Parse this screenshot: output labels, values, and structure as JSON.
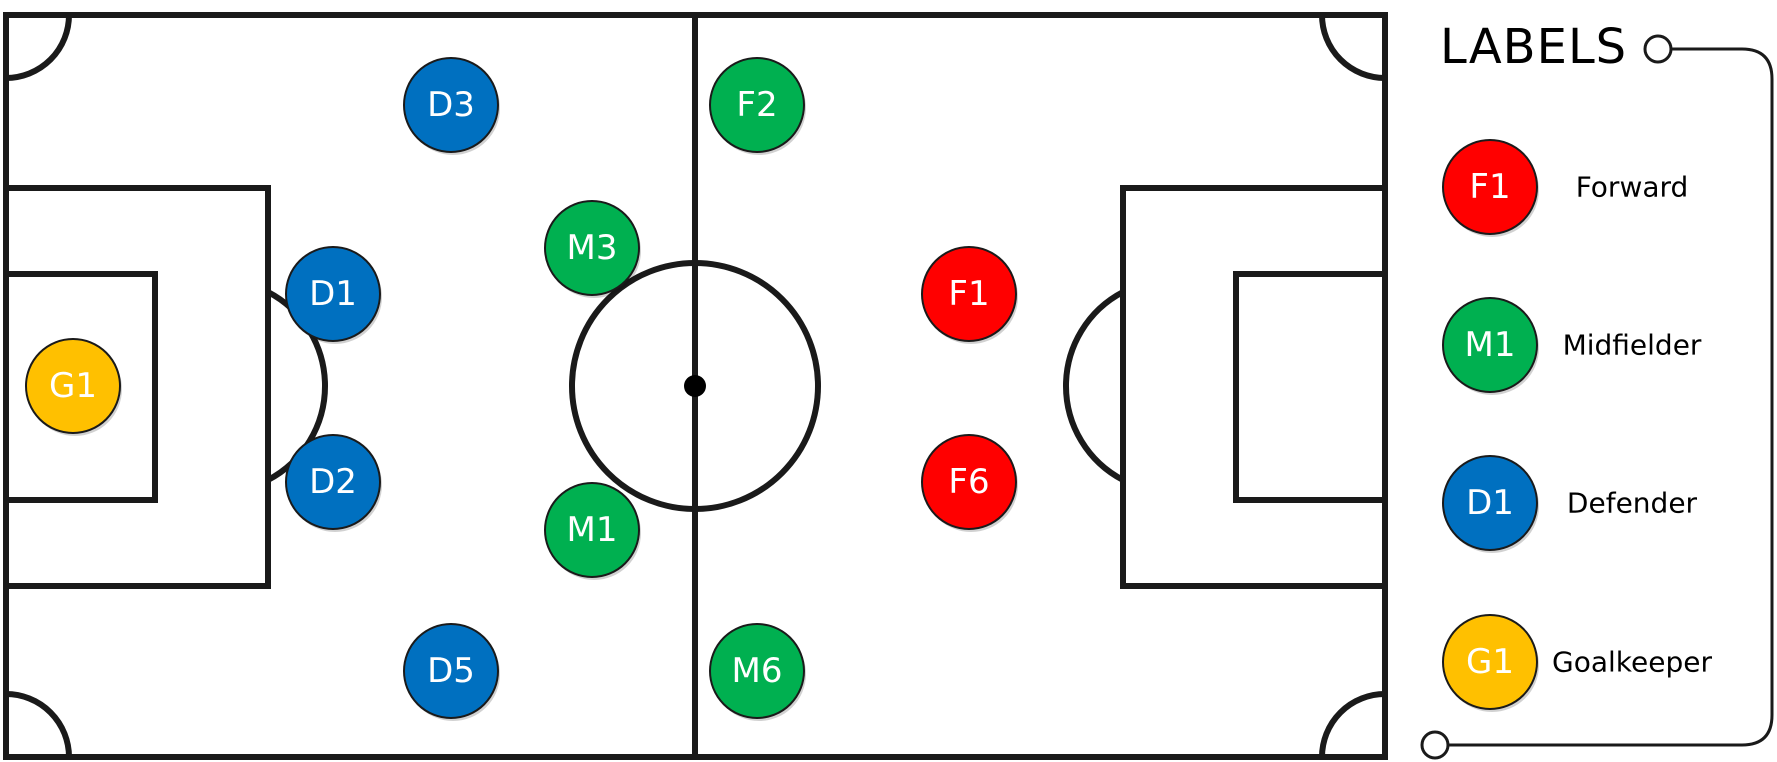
{
  "colors": {
    "forward": "#ff0000",
    "midfielder": "#00b050",
    "defender": "#0070c0",
    "goalkeeper": "#ffc000",
    "line": "#1a1a1a",
    "pitch": "#ffffff"
  },
  "players": [
    {
      "id": "G1",
      "role": "goalkeeper"
    },
    {
      "id": "D1",
      "role": "defender"
    },
    {
      "id": "D2",
      "role": "defender"
    },
    {
      "id": "D3",
      "role": "defender"
    },
    {
      "id": "D5",
      "role": "defender"
    },
    {
      "id": "M3",
      "role": "midfielder"
    },
    {
      "id": "M1",
      "role": "midfielder"
    },
    {
      "id": "F2",
      "role": "midfielder"
    },
    {
      "id": "M6",
      "role": "midfielder"
    },
    {
      "id": "F1",
      "role": "forward"
    },
    {
      "id": "F6",
      "role": "forward"
    }
  ],
  "legend": {
    "title": "LABELS",
    "items": [
      {
        "badge": "F1",
        "role": "forward",
        "label": "Forward"
      },
      {
        "badge": "M1",
        "role": "midfielder",
        "label": "Midfielder"
      },
      {
        "badge": "D1",
        "role": "defender",
        "label": "Defender"
      },
      {
        "badge": "G1",
        "role": "goalkeeper",
        "label": "Goalkeeper"
      }
    ]
  }
}
